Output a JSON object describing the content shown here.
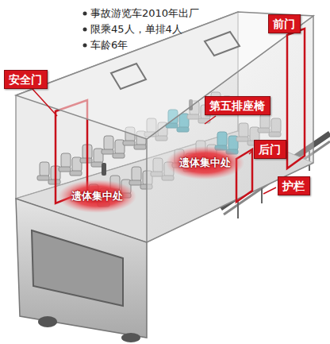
{
  "diagram": {
    "nodes": [
      {
        "text": [
          "前门"
        ]
      },
      {
        "text": [
          "安全门"
        ]
      },
      {
        "text": [
          "第五排座椅"
        ]
      },
      {
        "text": [
          "后门"
        ]
      },
      {
        "text": [
          "遗体集中处"
        ]
      },
      {
        "text": [
          "护栏"
        ]
      },
      {
        "text": [
          "遗体集中处"
        ]
      }
    ],
    "labels": [
      "事故游览车2010年出厂",
      "限乘45人，单排4人",
      "车龄6年"
    ]
  }
}
